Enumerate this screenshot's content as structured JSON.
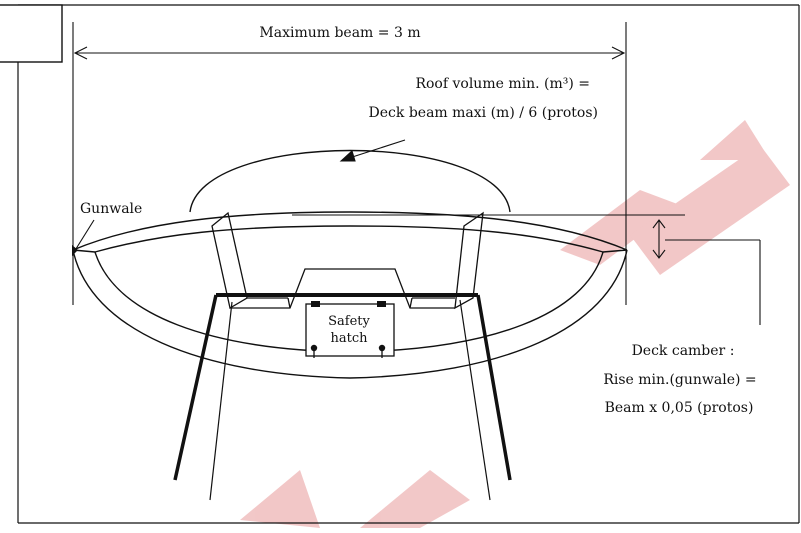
{
  "labels": {
    "max_beam": "Maximum beam = 3 m",
    "roof_volume_line1": "Roof volume min. (m³) =",
    "roof_volume_line2": "Deck beam maxi (m) / 6 (protos)",
    "gunwale": "Gunwale",
    "safety_hatch_line1": "Safety",
    "safety_hatch_line2": "hatch",
    "deck_camber_line1": "Deck camber :",
    "deck_camber_line2": "Rise min.(gunwale) =",
    "deck_camber_line3": "Beam x 0,05 (protos)"
  },
  "colors": {
    "ink": "#111111",
    "watermark": "#e79a9a"
  }
}
